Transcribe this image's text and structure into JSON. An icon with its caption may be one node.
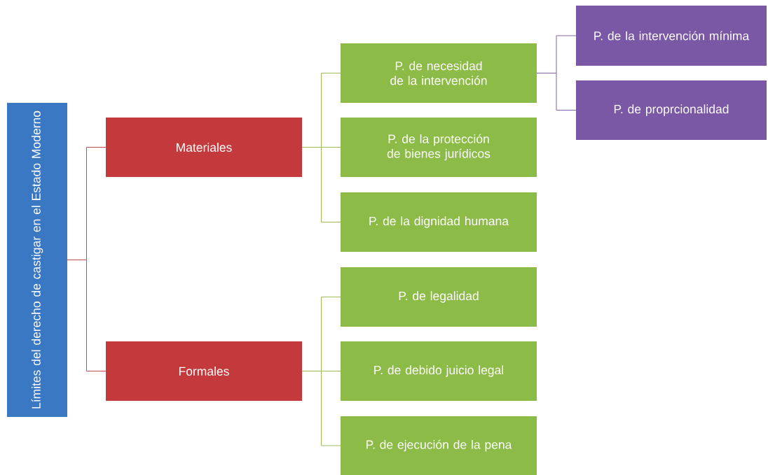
{
  "diagram": {
    "nodes": [
      {
        "text": [
          "Límites del derecho de castigar en el Estado Moderno"
        ]
      },
      {
        "text": [
          "Materiales"
        ]
      },
      {
        "text": [
          "Formales"
        ]
      },
      {
        "text": [
          "P. de necesidad de la intervención"
        ]
      },
      {
        "text": [
          "P. de la intervención mínima"
        ]
      },
      {
        "text": [
          "P. de proprcionalidad"
        ]
      },
      {
        "text": [
          "P. de la protección de bienes jurídicos"
        ]
      },
      {
        "text": [
          "P. de la dignidad humana"
        ]
      },
      {
        "text": [
          "P. de legalidad"
        ]
      },
      {
        "text": [
          "P. de debido juicio legal"
        ]
      },
      {
        "text": [
          "P. de ejecución de la pena"
        ]
      }
    ],
    "edges": [
      {
        "from": 0,
        "to": 1,
        "arrow": "none",
        "color": "#c0504d"
      },
      {
        "from": 0,
        "to": 2,
        "arrow": "none",
        "color": "#c0504d"
      },
      {
        "from": 1,
        "to": 3,
        "arrow": "none"
      },
      {
        "from": 1,
        "to": 6,
        "arrow": "none"
      },
      {
        "from": 1,
        "to": 7,
        "arrow": "none"
      },
      {
        "from": 2,
        "to": 8,
        "arrow": "none"
      },
      {
        "from": 2,
        "to": 9,
        "arrow": "none"
      },
      {
        "from": 2,
        "to": 10,
        "arrow": "none"
      },
      {
        "from": 3,
        "to": 4,
        "arrow": "none",
        "color": "#8064a2"
      },
      {
        "from": 3,
        "to": 5,
        "arrow": "none",
        "color": "#8064a2"
      }
    ]
  }
}
